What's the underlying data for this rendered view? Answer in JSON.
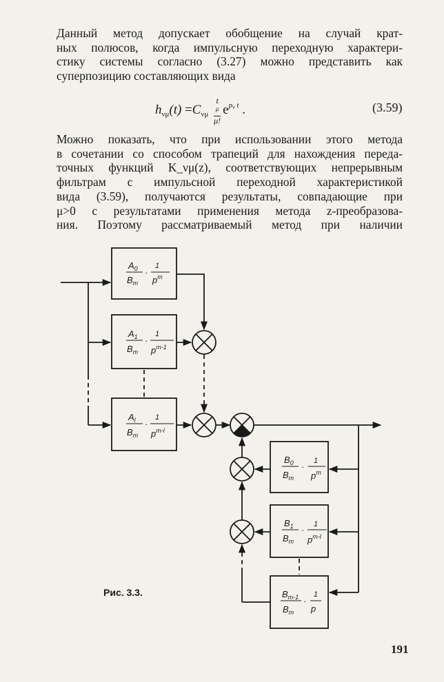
{
  "text": {
    "para1": [
      "Данный метод допускает обобщение на случай крат-",
      "ных полюсов, когда импульсную переходную характери-",
      "стику системы согласно (3.27) можно представить как",
      "суперпозицию составляющих вида"
    ],
    "equation_number": "(3.59)",
    "para2": [
      "Можно показать, что при использовании этого метода",
      "в сочетании со способом трапеций для нахождения переда-",
      "точных функций K_νμ(z), соответствующих непрерывным",
      "фильтрам с импульсной переходной характеристикой",
      "вида (3.59), получаются результаты, совпадающие при",
      "μ>0 с результатами применения метода z-преобразова-",
      "ния. Поэтому рассматриваемый метод при наличии"
    ]
  },
  "formula": {
    "lhs": "h",
    "lhs_sub": "νμ",
    "arg": "(t)",
    "eq": "=",
    "coef": "C",
    "coef_sub": "νμ",
    "num": "t",
    "num_sup": "μ",
    "den": "μ!",
    "exp_base": "e",
    "exp_sup": "p",
    "exp_sup_sub": "ν",
    "exp_t": "t",
    "dot": "."
  },
  "diagram": {
    "top_blocks": [
      {
        "num": "A",
        "num_sub": "0",
        "den": "B",
        "den_sub": "m",
        "pnum": "1",
        "pden": "p",
        "pexp": "m"
      },
      {
        "num": "A",
        "num_sub": "1",
        "den": "B",
        "den_sub": "m",
        "pnum": "1",
        "pden": "p",
        "pexp": "m-1"
      },
      {
        "num": "A",
        "num_sub": "l",
        "den": "B",
        "den_sub": "m",
        "pnum": "1",
        "pden": "p",
        "pexp": "m-l"
      }
    ],
    "bottom_blocks": [
      {
        "num": "B",
        "num_sub": "0",
        "den": "B",
        "den_sub": "m",
        "pnum": "1",
        "pden": "p",
        "pexp": "m"
      },
      {
        "num": "B",
        "num_sub": "1",
        "den": "B",
        "den_sub": "m",
        "pnum": "1",
        "pden": "p",
        "pexp": "m-l"
      },
      {
        "num": "B",
        "num_sub": "m-1",
        "den": "B",
        "den_sub": "m",
        "pnum": "1",
        "pden": "p",
        "pexp": ""
      }
    ],
    "dot_symbol": "·"
  },
  "caption": "Рис. 3.3.",
  "page_number": "191"
}
